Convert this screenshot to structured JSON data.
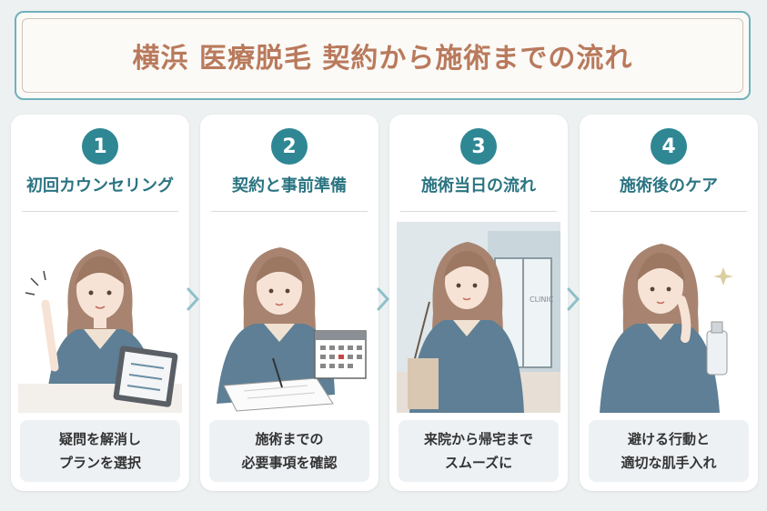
{
  "title": "横浜 医療脱毛 契約から施術までの流れ",
  "colors": {
    "accent": "#2f8794",
    "title": "#b97a5c",
    "border": "#6fb1bb"
  },
  "steps": [
    {
      "number": "1",
      "title": "初回カウンセリング",
      "desc": [
        "疑問を解消し",
        "プランを選択"
      ],
      "illustration": "woman-pointing-with-checklist-tablet"
    },
    {
      "number": "2",
      "title": "契約と事前準備",
      "desc": [
        "施術までの",
        "必要事項を確認"
      ],
      "illustration": "woman-writing-with-calendar"
    },
    {
      "number": "3",
      "title": "施術当日の流れ",
      "desc": [
        "来院から帰宅まで",
        "スムーズに"
      ],
      "illustration": "woman-in-front-of-clinic",
      "sign": "CLINIC"
    },
    {
      "number": "4",
      "title": "施術後のケア",
      "desc": [
        "避ける行動と",
        "適切な肌手入れ"
      ],
      "illustration": "woman-with-skincare-bottle"
    }
  ]
}
